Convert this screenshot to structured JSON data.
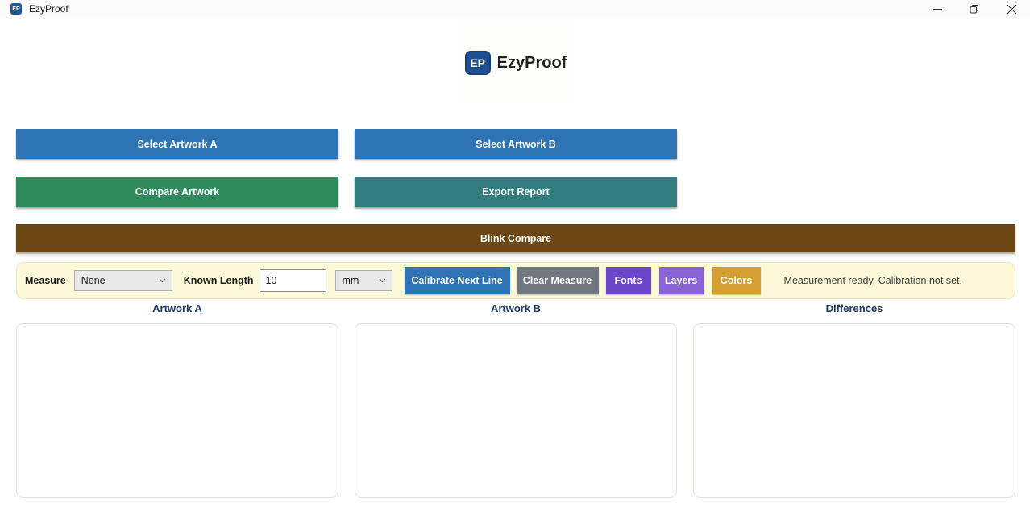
{
  "titlebar": {
    "app_badge": "EP",
    "title": "EzyProof"
  },
  "logo": {
    "badge": "EP",
    "name": "EzyProof"
  },
  "buttons": {
    "select_artwork_a": "Select Artwork A",
    "select_artwork_b": "Select Artwork B",
    "compare_artwork": "Compare Artwork",
    "export_report": "Export Report",
    "blink_compare": "Blink Compare"
  },
  "toolbar": {
    "measure_label": "Measure",
    "measure_selected": "None",
    "known_length_label": "Known Length",
    "known_length_value": "10",
    "unit_selected": "mm",
    "calibrate_label": "Calibrate Next Line",
    "clear_label": "Clear Measure",
    "fonts_label": "Fonts",
    "layers_label": "Layers",
    "colors_label": "Colors",
    "status": "Measurement ready. Calibration not set."
  },
  "panels": {
    "artwork_a": "Artwork A",
    "artwork_b": "Artwork B",
    "differences": "Differences"
  },
  "colors": {
    "primary_blue": "#2e74b5",
    "compare_green": "#2f8a5c",
    "export_teal": "#317c7c",
    "blink_brown": "#6b4716",
    "toolbar_yellow": "#fcf9d8",
    "clear_gray": "#717880",
    "fonts_purple": "#6b46c8",
    "layers_purple": "#8a64d4",
    "colors_amber": "#d49e30",
    "header_navy": "#1f3864",
    "logo_blue": "#1e4f92"
  }
}
